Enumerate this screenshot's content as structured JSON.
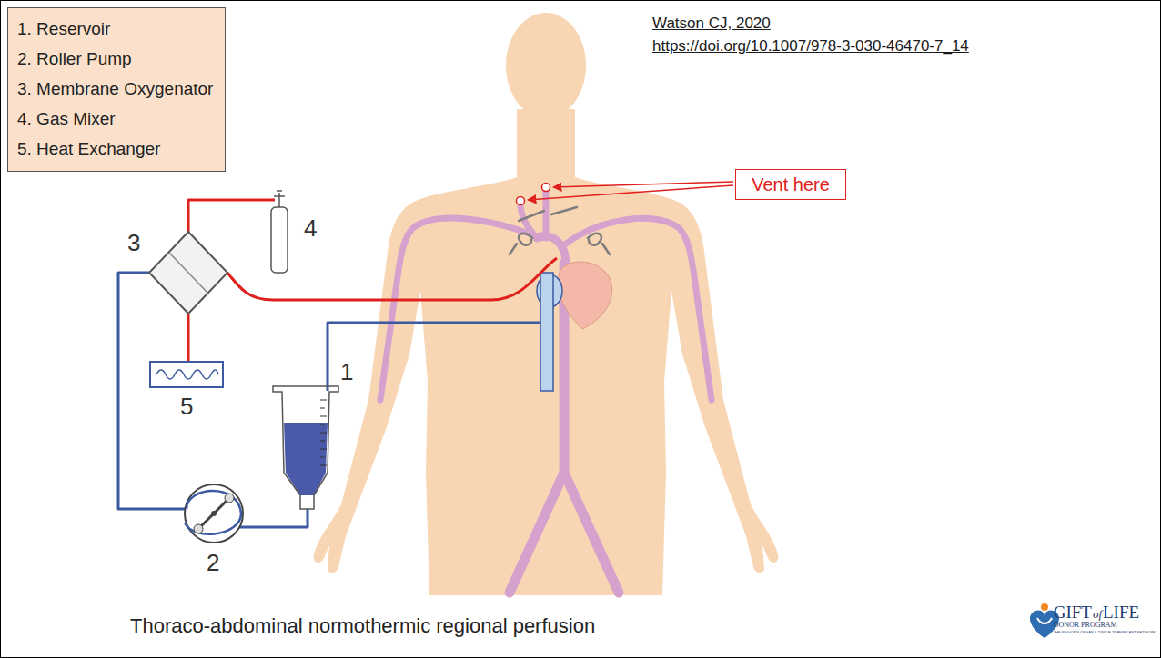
{
  "diagram": {
    "caption": "Thoraco-abdominal normothermic regional perfusion",
    "nodes": [
      {
        "text": [
          "1. Reservoir",
          "2. Roller Pump",
          "3. Membrane Oxygenator",
          "4. Gas Mixer",
          "5. Heat Exchanger"
        ]
      },
      {
        "text": [
          "Vent here"
        ]
      }
    ],
    "labels": [
      "Watson CJ, 2020",
      "https://doi.org/10.1007/978-3-030-46470-7_14",
      "3",
      "4",
      "5",
      "1",
      "2",
      "GIFT",
      "of",
      "LIFE",
      "DONOR PROGRAM",
      "THE REGION'S ORGAN & TISSUE TRANSPLANT NETWORK"
    ]
  }
}
